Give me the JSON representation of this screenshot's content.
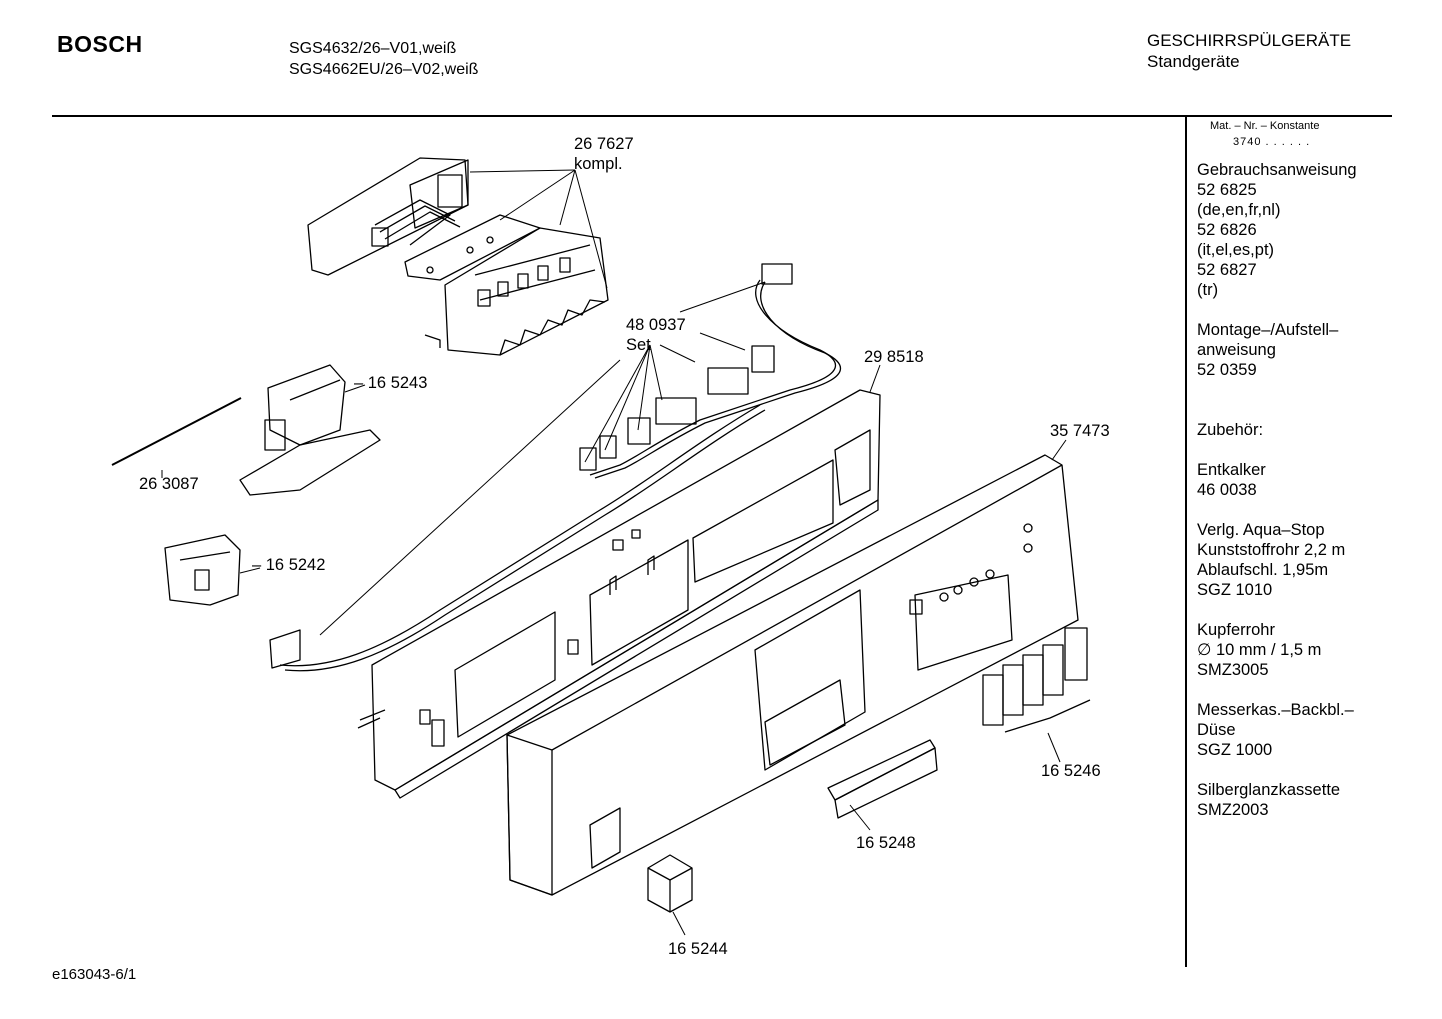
{
  "header": {
    "brand": "BOSCH",
    "model_1": "SGS4632/26–V01,weiß",
    "model_2": "SGS4662EU/26–V02,weiß",
    "category": "GESCHIRRSPÜLGERÄTE",
    "subcategory": "Standgeräte"
  },
  "sidebar": {
    "mat_header": "Mat. – Nr. – Konstante",
    "mat_value": "3740 . .  . . . .",
    "blocks": [
      {
        "lines": [
          "Gebrauchsanweisung",
          "52 6825",
          "(de,en,fr,nl)",
          "52 6826",
          "(it,el,es,pt)",
          "52 6827",
          "(tr)"
        ]
      },
      {
        "lines": [
          "Montage–/Aufstell–",
          "anweisung",
          "52 0359"
        ]
      },
      {
        "lines": [
          "",
          "Zubehör:"
        ]
      },
      {
        "lines": [
          "Entkalker",
          "46 0038"
        ]
      },
      {
        "lines": [
          "Verlg. Aqua–Stop",
          "Kunststoffrohr 2,2 m",
          "Ablaufschl. 1,95m",
          "SGZ 1010"
        ]
      },
      {
        "lines": [
          "Kupferrohr",
          "∅ 10 mm / 1,5 m",
          "SMZ3005"
        ]
      },
      {
        "lines": [
          "Messerkas.–Backbl.–",
          "Düse",
          "SGZ 1000"
        ]
      },
      {
        "lines": [
          "Silberglanzkassette",
          "SMZ2003"
        ]
      }
    ]
  },
  "parts": {
    "p267627": "26 7627",
    "p267627_note": "kompl.",
    "p480937": "48 0937",
    "p480937_note": "Set",
    "p298518": "29 8518",
    "p165243": "– 16 5243",
    "p263087": "26 3087",
    "p165242": "– 16 5242",
    "p357473": "35 7473",
    "p165246": "16 5246",
    "p165248": "16 5248",
    "p165244": "16 5244"
  },
  "footer": {
    "code": "e163043-6/1"
  }
}
